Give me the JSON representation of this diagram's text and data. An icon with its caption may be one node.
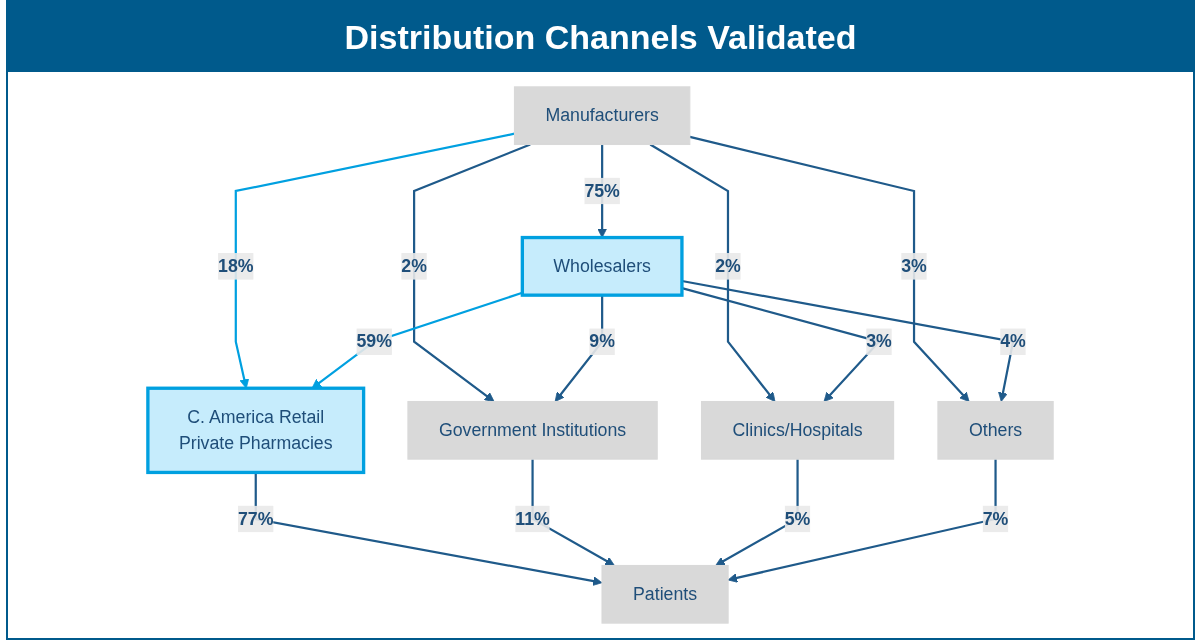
{
  "diagram": {
    "title": "Distribution Channels Validated",
    "nodes": [
      {
        "text": [
          "Manufacturers"
        ]
      },
      {
        "text": [
          "Wholesalers"
        ]
      },
      {
        "text": [
          "C. America Retail",
          "Private Pharmacies"
        ]
      },
      {
        "text": [
          "Government Institutions"
        ]
      },
      {
        "text": [
          "Clinics/Hospitals"
        ]
      },
      {
        "text": [
          "Others"
        ]
      },
      {
        "text": [
          "Patients"
        ]
      }
    ],
    "edges": [
      {
        "from": 0,
        "to": 1,
        "arrow": "to",
        "label": "75%"
      },
      {
        "from": 0,
        "to": 2,
        "arrow": "to",
        "label": "18%",
        "color": "#00a0e0"
      },
      {
        "from": 0,
        "to": 3,
        "arrow": "to",
        "label": "2%"
      },
      {
        "from": 0,
        "to": 4,
        "arrow": "to",
        "label": "2%"
      },
      {
        "from": 0,
        "to": 5,
        "arrow": "to",
        "label": "3%"
      },
      {
        "from": 1,
        "to": 2,
        "arrow": "to",
        "label": "59%",
        "color": "#00a0e0"
      },
      {
        "from": 1,
        "to": 3,
        "arrow": "to",
        "label": "9%"
      },
      {
        "from": 1,
        "to": 4,
        "arrow": "to",
        "label": "3%"
      },
      {
        "from": 1,
        "to": 5,
        "arrow": "to",
        "label": "4%"
      },
      {
        "from": 2,
        "to": 6,
        "arrow": "to",
        "label": "77%"
      },
      {
        "from": 3,
        "to": 6,
        "arrow": "to",
        "label": "11%"
      },
      {
        "from": 4,
        "to": 6,
        "arrow": "to",
        "label": "5%"
      },
      {
        "from": 5,
        "to": 6,
        "arrow": "to",
        "label": "7%"
      }
    ]
  }
}
